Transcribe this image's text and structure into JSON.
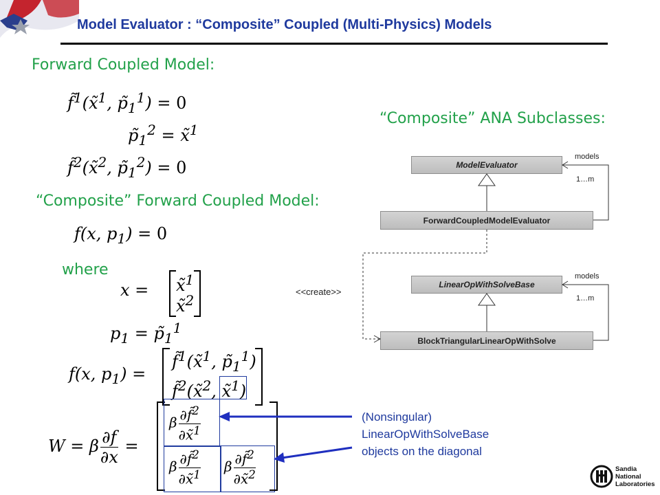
{
  "header": {
    "title": "Model Evaluator : “Composite” Coupled (Multi-Physics) Models"
  },
  "left": {
    "forward_coupled_heading": "Forward Coupled Model:",
    "composite_forward_heading": "“Composite” Forward Coupled Model:",
    "where_label": "where"
  },
  "right": {
    "subclasses_heading": "“Composite” ANA Subclasses:",
    "create_label": "<<create>>",
    "boxes": {
      "model_evaluator": "ModelEvaluator",
      "forward_coupled": "ForwardCoupledModelEvaluator",
      "linear_op_base": "LinearOpWithSolveBase",
      "block_triangular": "BlockTriangularLinearOpWithSolve"
    },
    "assoc_top": {
      "role": "models",
      "multiplicity": "1…m"
    },
    "assoc_bottom": {
      "role": "models",
      "multiplicity": "1…m"
    }
  },
  "note": {
    "line1": "(Nonsingular)",
    "line2": "LinearOpWithSolveBase",
    "line3": "objects on the diagonal"
  },
  "logo": {
    "line1": "Sandia",
    "line2": "National",
    "line3": "Laboratories"
  },
  "colors": {
    "title": "#1f3a9e",
    "heading_green": "#22a14a",
    "arrow_blue": "#1f2fbf",
    "highlight_box": "#1f3a9e"
  }
}
